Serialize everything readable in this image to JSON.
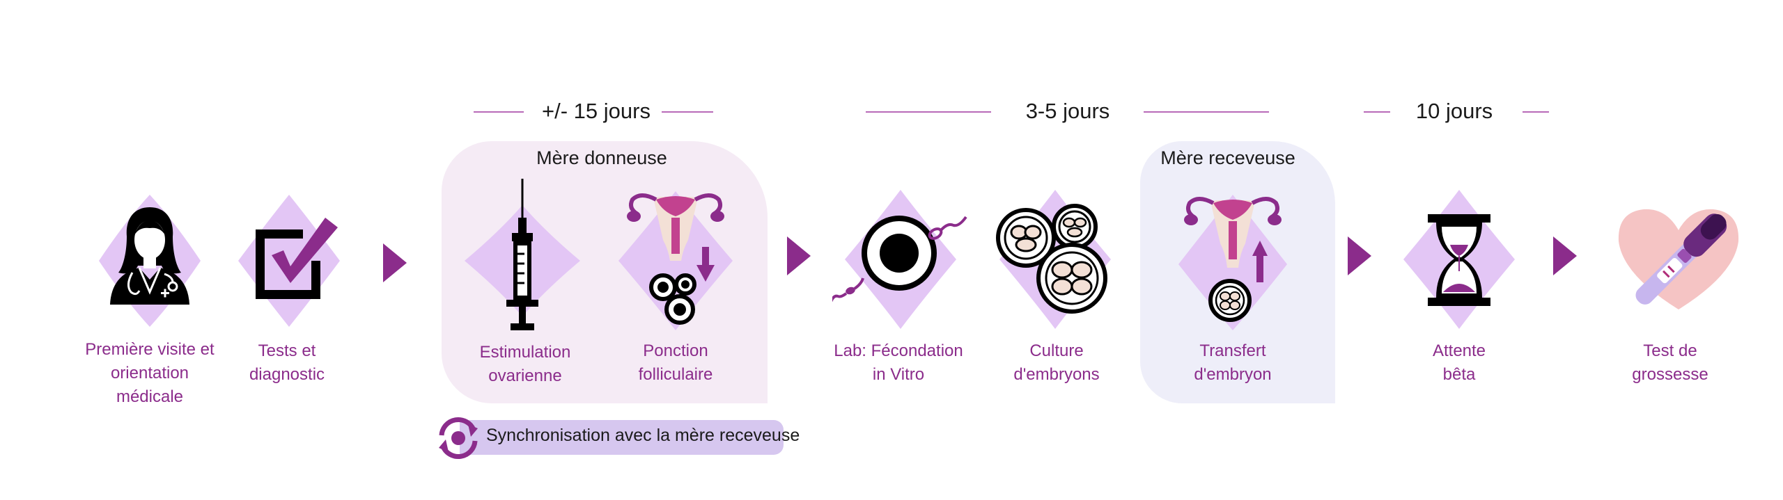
{
  "durations": [
    {
      "label": "+/- 15 jours"
    },
    {
      "label": "3-5 jours"
    },
    {
      "label": "10 jours"
    }
  ],
  "panels": {
    "donor": {
      "title": "Mère donneuse"
    },
    "recipient": {
      "title": "Mère receveuse"
    }
  },
  "steps": [
    {
      "label": "Première visite et orientation médicale",
      "icon": "doctor-icon"
    },
    {
      "label": "Tests et diagnostic",
      "icon": "checkbox-icon"
    },
    {
      "label": "Estimulation ovarienne",
      "icon": "syringe-icon"
    },
    {
      "label": "Ponction folliculaire",
      "icon": "uterus-follicles-icon"
    },
    {
      "label": "Lab: Fécondation in Vitro",
      "icon": "ovum-sperm-icon"
    },
    {
      "label": "Culture d'embryons",
      "icon": "embryos-icon"
    },
    {
      "label": "Transfert d'embryon",
      "icon": "uterus-embryo-icon"
    },
    {
      "label": "Attente bêta",
      "icon": "hourglass-icon"
    },
    {
      "label": "Test de grossesse",
      "icon": "pregnancy-test-icon"
    }
  ],
  "sync": {
    "label": "Synchronisation avec la mère receveuse",
    "icon": "sync-icon"
  },
  "colors": {
    "accent": "#8b2c8b",
    "diamond": "#e3c6f5",
    "donor_panel": "#f5ebf5",
    "recipient_panel": "#eeeef9",
    "sync_pill": "#d6c7ef",
    "heart": "#f5c4c4"
  }
}
